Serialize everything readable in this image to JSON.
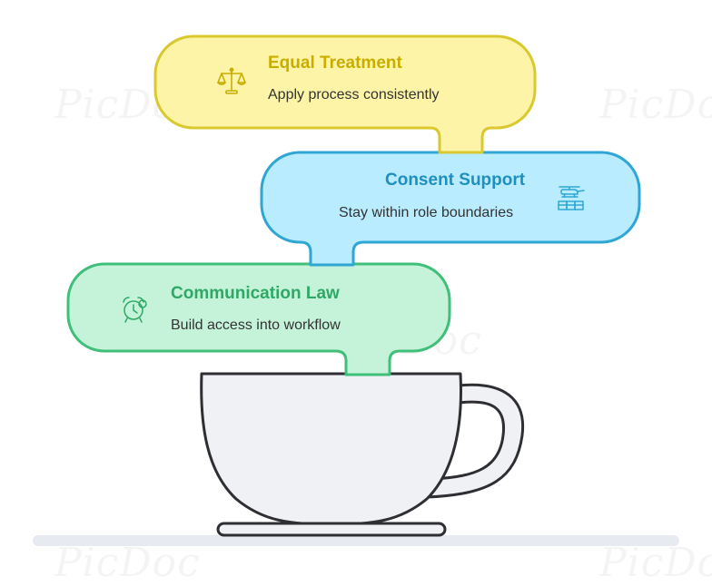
{
  "colors": {
    "yellow_fill": "#FDF4A8",
    "yellow_stroke": "#D9C82E",
    "yellow_title": "#C9AE00",
    "blue_fill": "#B9ECFF",
    "blue_stroke": "#2FA6D3",
    "blue_title": "#1E8FBF",
    "green_fill": "#C5F3D9",
    "green_stroke": "#3FBF7A",
    "green_title": "#2FA866",
    "cup_fill": "#F0F1F4",
    "cup_stroke": "#2E2E33",
    "shelf": "#E8EAF2"
  },
  "steps": [
    {
      "title": "Equal Treatment",
      "description": "Apply process consistently",
      "icon": "scales-icon"
    },
    {
      "title": "Consent Support",
      "description": "Stay within role boundaries",
      "icon": "helicopter-supplies-icon"
    },
    {
      "title": "Communication Law",
      "description": "Build access into workflow",
      "icon": "alarm-clock-icon"
    }
  ],
  "watermark": "PicDoc"
}
